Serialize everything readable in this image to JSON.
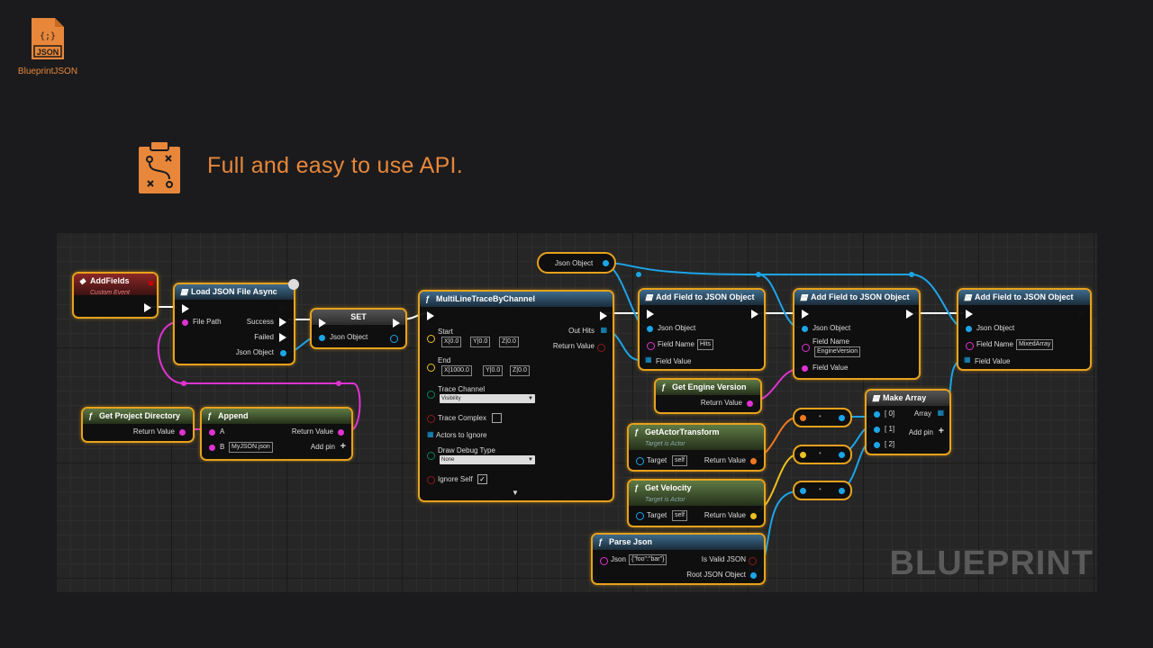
{
  "branding": {
    "logo_text": "JSON",
    "logo_glyph": "{;}",
    "logo_label": "BlueprintJSON",
    "headline": "Full and easy to use API.",
    "accent_color": "#e8873a",
    "watermark": "BLUEPRINT"
  },
  "nodes": {
    "add_fields": {
      "title": "AddFields",
      "subtitle": "Custom Event"
    },
    "load_json": {
      "title": "Load JSON File Async",
      "file_path": "File Path",
      "success": "Success",
      "failed": "Failed",
      "json_object": "Json Object"
    },
    "set": {
      "title": "SET",
      "json_object": "Json Object"
    },
    "get_project_dir": {
      "title": "Get Project Directory",
      "return_value": "Return Value"
    },
    "append": {
      "title": "Append",
      "a": "A",
      "b": "B",
      "b_value": "MyJSON.json",
      "return_value": "Return Value",
      "add_pin": "Add pin"
    },
    "trace": {
      "title": "MultiLineTraceByChannel",
      "start": "Start",
      "start_x": "0.0",
      "start_y": "0.0",
      "start_z": "0.0",
      "end": "End",
      "end_x": "1000.0",
      "end_y": "0.0",
      "end_z": "0.0",
      "trace_channel": "Trace Channel",
      "trace_channel_value": "Visibility",
      "trace_complex": "Trace Complex",
      "actors_to_ignore": "Actors to Ignore",
      "draw_debug_type": "Draw Debug Type",
      "draw_debug_value": "None",
      "ignore_self": "Ignore Self",
      "out_hits": "Out Hits",
      "return_value": "Return Value",
      "axis_x": "X",
      "axis_y": "Y",
      "axis_z": "Z"
    },
    "json_object_var": {
      "title": "Json Object"
    },
    "add_field_1": {
      "title": "Add Field to JSON Object",
      "json_object": "Json Object",
      "field_name": "Field Name",
      "field_name_value": "Hits",
      "field_value": "Field Value"
    },
    "add_field_2": {
      "title": "Add Field to JSON Object",
      "json_object": "Json Object",
      "field_name": "Field Name",
      "field_name_value": "EngineVersion",
      "field_value": "Field Value"
    },
    "add_field_3": {
      "title": "Add Field to JSON Object",
      "json_object": "Json Object",
      "field_name": "Field Name",
      "field_name_value": "MixedArray",
      "field_value": "Field Value"
    },
    "engine_version": {
      "title": "Get Engine Version",
      "return_value": "Return Value"
    },
    "actor_transform": {
      "title": "GetActorTransform",
      "subtitle": "Target is Actor",
      "target": "Target",
      "target_value": "self",
      "return_value": "Return Value"
    },
    "velocity": {
      "title": "Get Velocity",
      "subtitle": "Target is Actor",
      "target": "Target",
      "target_value": "self",
      "return_value": "Return Value"
    },
    "parse_json": {
      "title": "Parse Json",
      "json": "Json",
      "json_value": "{\"foo\":\"bar\"}",
      "is_valid": "Is Valid JSON",
      "root": "Root JSON Object"
    },
    "make_array": {
      "title": "Make Array",
      "in0": "[ 0]",
      "in1": "[ 1]",
      "in2": "[ 2]",
      "array": "Array",
      "add_pin": "Add pin"
    }
  },
  "colors": {
    "exec": "#ffffff",
    "object": "#1ba5e8",
    "string": "#e032d2",
    "struct": "#f0a020",
    "vector": "#f0c020",
    "transform": "#f07820",
    "node_border": "#e8a21b",
    "bool": "#8c1a1a",
    "array": "#1ba5e8"
  }
}
